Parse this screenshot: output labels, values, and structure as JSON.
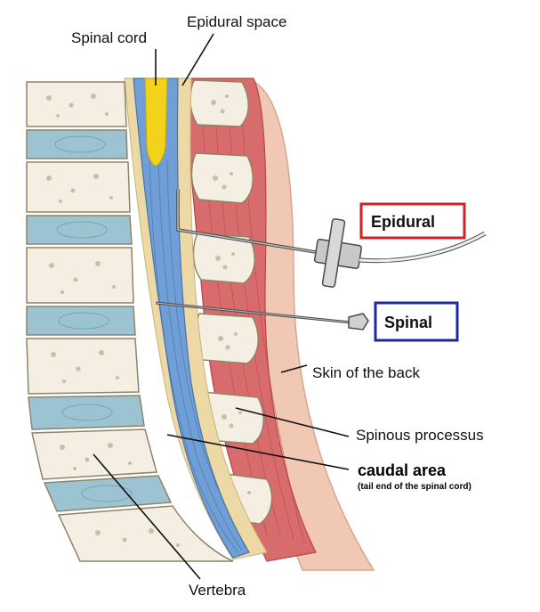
{
  "labels": {
    "spinal_cord": "Spinal cord",
    "epidural_space": "Epidural space",
    "epidural": "Epidural",
    "spinal": "Spinal",
    "skin_of_back": "Skin of the back",
    "spinous_processus": "Spinous processus",
    "caudal_area": "caudal area",
    "caudal_area_note": "(tail end of the spinal cord)",
    "vertebra": "Vertebra"
  },
  "colors": {
    "vertebra_bone": "#f4efe2",
    "bone_speckle": "#c9bfa4",
    "disc": "#9cc3d1",
    "canal_blue": "#6f9fd6",
    "spinal_cord_yellow": "#f2d21a",
    "epidural_tan": "#ecd9a6",
    "muscle_red": "#d86b6b",
    "skin_pink": "#f0c8b4",
    "epidural_box": "#d62020",
    "spinal_box": "#1c2a9e"
  }
}
